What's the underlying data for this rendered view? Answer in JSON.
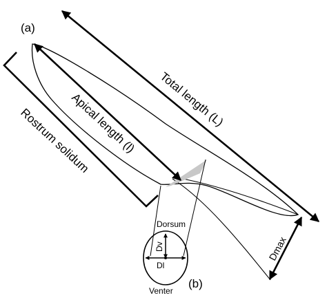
{
  "panel_labels": {
    "a": "(a)",
    "b": "(b)"
  },
  "labels": {
    "total_length": "Total length (L)",
    "apical_length": "Apical length (l)",
    "rostrum_solidum": "Rostrum solidum",
    "dmax": "Dmax",
    "dorsum": "Dorsum",
    "venter": "Venter",
    "dv": "Dv",
    "dl": "Dl"
  },
  "colors": {
    "ink": "#000000",
    "alveolus_shade": "#c8c8c8"
  }
}
